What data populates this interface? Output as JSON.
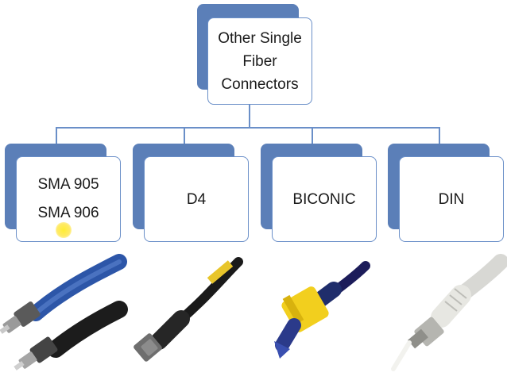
{
  "root": {
    "lines": [
      "Other Single",
      "Fiber",
      "Connectors"
    ]
  },
  "children": [
    {
      "id": "sma",
      "lines": [
        "SMA 905",
        "SMA 906"
      ]
    },
    {
      "id": "d4",
      "lines": [
        "D4"
      ]
    },
    {
      "id": "biconic",
      "lines": [
        "BICONIC"
      ]
    },
    {
      "id": "din",
      "lines": [
        "DIN"
      ]
    }
  ],
  "colors": {
    "box_shadow": "#5b7fb8",
    "box_border": "#6a8fc8",
    "connector_line": "#6a8fc8"
  },
  "photos": [
    {
      "name": "sma-connector-photo",
      "description_icon": "blue-and-black-sma-cables"
    },
    {
      "name": "d4-connector-photo",
      "description_icon": "black-cable-with-yellow-tag"
    },
    {
      "name": "biconic-connector-photo",
      "description_icon": "yellow-biconic-connector"
    },
    {
      "name": "din-connector-photo",
      "description_icon": "white-din-connector"
    }
  ]
}
